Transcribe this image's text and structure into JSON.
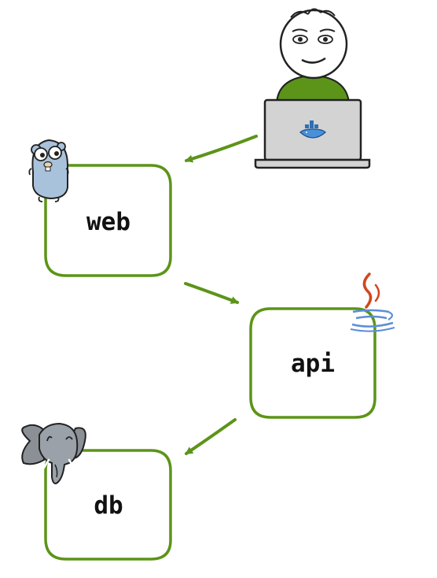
{
  "colors": {
    "accent": "#5c9419",
    "box_border": "#5c9419",
    "arrow": "#5c9419",
    "laptop": "#d3d3d3",
    "shirt": "#5c9419",
    "gopher": "#a9c2dc",
    "elephant": "#8a9096",
    "java_flame": "#d2461e",
    "java_cup": "#5b8ed6"
  },
  "nodes": {
    "web": {
      "label": "web",
      "icon": "gopher-icon"
    },
    "api": {
      "label": "api",
      "icon": "java-icon"
    },
    "db": {
      "label": "db",
      "icon": "postgres-elephant-icon"
    }
  },
  "user": {
    "icon": "user-with-laptop-icon",
    "laptop_logo": "docker-whale-icon"
  },
  "edges": [
    {
      "from": "user",
      "to": "web"
    },
    {
      "from": "web",
      "to": "api"
    },
    {
      "from": "api",
      "to": "db"
    }
  ]
}
